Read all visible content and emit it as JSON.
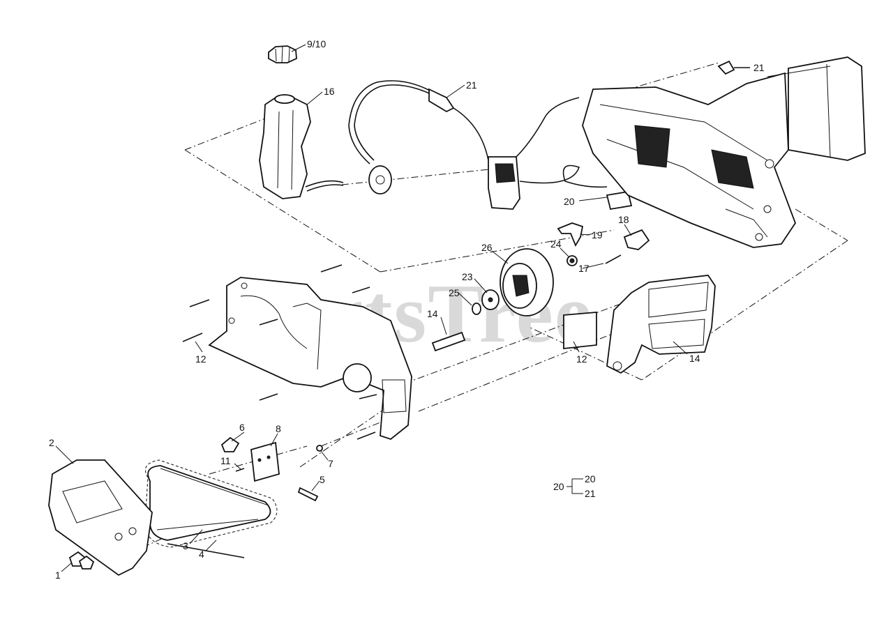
{
  "watermark": "PartsTree",
  "callouts": {
    "c9_10": "9/10",
    "c16": "16",
    "c21a": "21",
    "c21b": "21",
    "c20": "20",
    "c19": "19",
    "c18": "18",
    "c24": "24",
    "c17": "17",
    "c26": "26",
    "c23": "23",
    "c25": "25",
    "c14a": "14",
    "c14b": "14",
    "c12a": "12",
    "c12b": "12",
    "c6": "6",
    "c8": "8",
    "c11": "11",
    "c7": "7",
    "c5": "5",
    "c2": "2",
    "c3": "3",
    "c4": "4",
    "c1": "1"
  },
  "legend": {
    "left": "20",
    "top": "20",
    "bottom": "21"
  }
}
